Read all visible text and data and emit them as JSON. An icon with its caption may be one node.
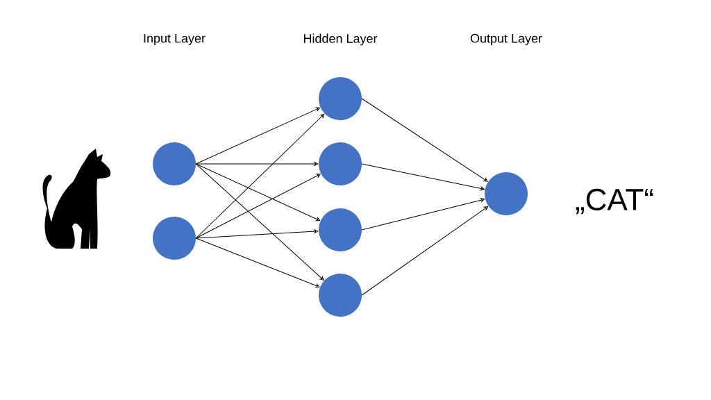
{
  "diagram": {
    "nodes": [
      {
        "text": [],
        "shape": "circle"
      },
      {
        "text": [],
        "shape": "circle"
      },
      {
        "text": [],
        "shape": "circle"
      },
      {
        "text": [],
        "shape": "circle"
      },
      {
        "text": [],
        "shape": "circle"
      },
      {
        "text": [],
        "shape": "circle"
      },
      {
        "text": [],
        "shape": "circle"
      }
    ],
    "edges": [
      {
        "from": 0,
        "to": 2,
        "arrow": "to"
      },
      {
        "from": 0,
        "to": 3,
        "arrow": "to"
      },
      {
        "from": 0,
        "to": 4,
        "arrow": "to"
      },
      {
        "from": 0,
        "to": 5,
        "arrow": "to"
      },
      {
        "from": 1,
        "to": 2,
        "arrow": "to"
      },
      {
        "from": 1,
        "to": 3,
        "arrow": "to"
      },
      {
        "from": 1,
        "to": 4,
        "arrow": "to"
      },
      {
        "from": 1,
        "to": 5,
        "arrow": "to"
      },
      {
        "from": 2,
        "to": 6,
        "arrow": "to"
      },
      {
        "from": 3,
        "to": 6,
        "arrow": "to"
      },
      {
        "from": 4,
        "to": 6,
        "arrow": "to"
      },
      {
        "from": 5,
        "to": 6,
        "arrow": "to"
      }
    ],
    "labels": [
      "Input Layer",
      "Hidden Layer",
      "Output Layer",
      "„CAT“"
    ]
  }
}
